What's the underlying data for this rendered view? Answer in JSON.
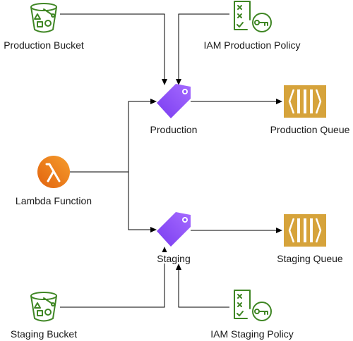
{
  "nodes": {
    "production_bucket": {
      "label": "Production Bucket",
      "icon": "s3-bucket-icon"
    },
    "iam_production_policy": {
      "label": "IAM Production Policy",
      "icon": "iam-policy-icon"
    },
    "production_topic": {
      "label": "Production",
      "icon": "tag-icon"
    },
    "production_queue": {
      "label": "Production Queue",
      "icon": "sqs-queue-icon"
    },
    "lambda_function": {
      "label": "Lambda Function",
      "icon": "lambda-icon"
    },
    "staging_topic": {
      "label": "Staging",
      "icon": "tag-icon"
    },
    "staging_queue": {
      "label": "Staging Queue",
      "icon": "sqs-queue-icon"
    },
    "staging_bucket": {
      "label": "Staging Bucket",
      "icon": "s3-bucket-icon"
    },
    "iam_staging_policy": {
      "label": "IAM Staging Policy",
      "icon": "iam-policy-icon"
    }
  },
  "edges": [
    {
      "from": "production_bucket",
      "to": "production_topic"
    },
    {
      "from": "iam_production_policy",
      "to": "production_topic"
    },
    {
      "from": "lambda_function",
      "to": "production_topic"
    },
    {
      "from": "lambda_function",
      "to": "staging_topic"
    },
    {
      "from": "production_topic",
      "to": "production_queue"
    },
    {
      "from": "staging_topic",
      "to": "staging_queue"
    },
    {
      "from": "staging_bucket",
      "to": "staging_topic"
    },
    {
      "from": "iam_staging_policy",
      "to": "staging_topic"
    }
  ],
  "colors": {
    "s3_green": "#3f8624",
    "iam_green": "#3f8624",
    "tag_purple": "#8c4fff",
    "lambda_orange": "#ed7100",
    "queue_gold": "#d6a33b",
    "edge": "#000000"
  }
}
